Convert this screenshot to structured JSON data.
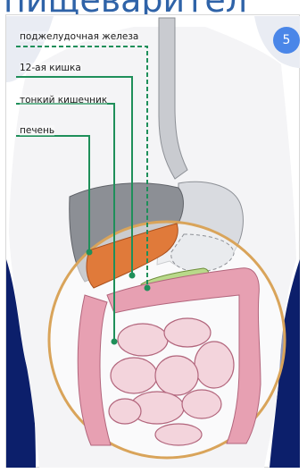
{
  "header": {
    "title": "пищеварител"
  },
  "badge": {
    "number": "5"
  },
  "labels": {
    "pancreas": "поджелудочная железа",
    "duodenum": "12-ая кишка",
    "small_intestine": "тонкий кишечник",
    "liver": "печень"
  },
  "colors": {
    "accent_blue": "#2f63a8",
    "badge_blue": "#4a86e8",
    "leader_green": "#1f8f5a",
    "body_navy": "#0c1f6b",
    "liver_orange": "#e07a3a",
    "intestine_pink": "#e7a0b2",
    "lens_circle": "#d9a45a"
  }
}
